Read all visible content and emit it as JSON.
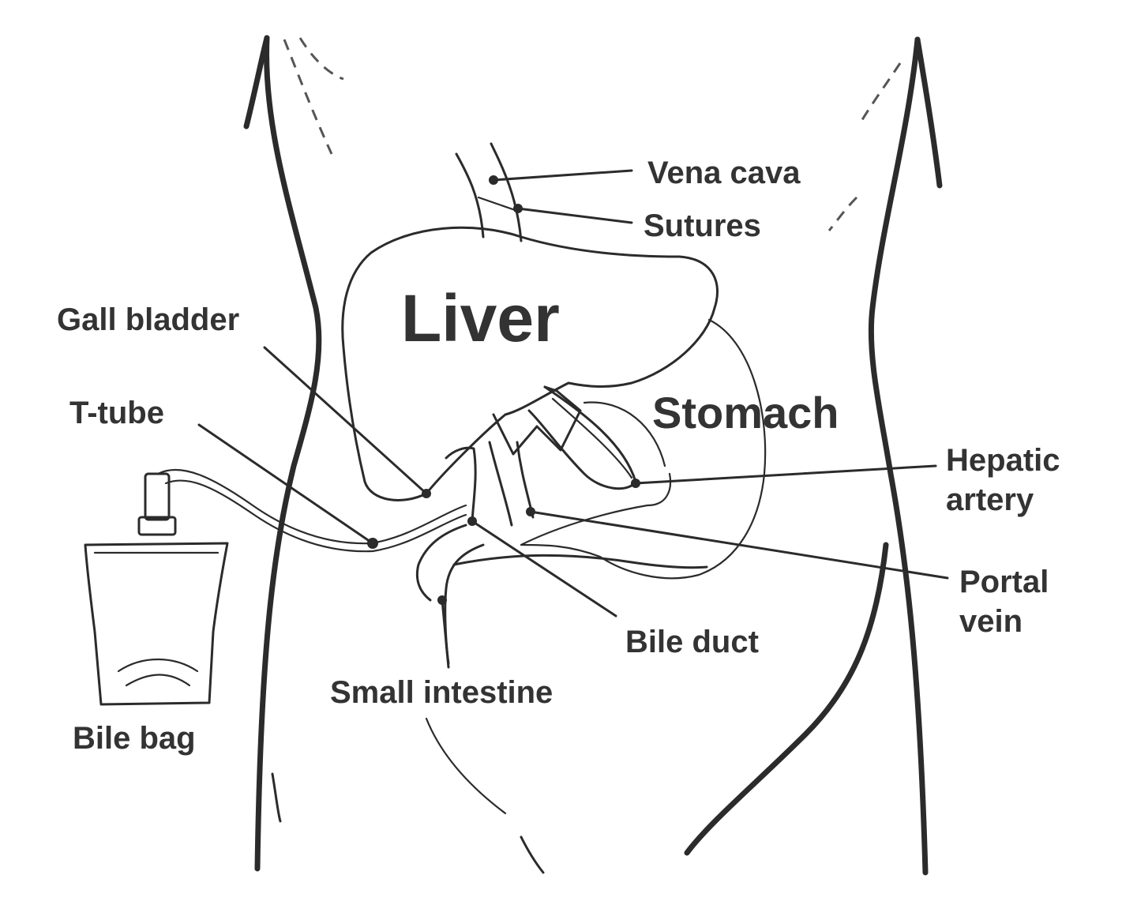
{
  "diagram": {
    "labels": {
      "vena_cava": "Vena cava",
      "sutures": "Sutures",
      "liver": "Liver",
      "gall_bladder": "Gall bladder",
      "t_tube": "T-tube",
      "stomach": "Stomach",
      "hepatic_artery_line1": "Hepatic",
      "hepatic_artery_line2": "artery",
      "portal_vein_line1": "Portal",
      "portal_vein_line2": "vein",
      "bile_duct": "Bile duct",
      "small_intestine": "Small intestine",
      "bile_bag": "Bile bag"
    },
    "colors": {
      "ink": "#2b2b2b",
      "label": "#333333",
      "background": "#ffffff"
    }
  }
}
